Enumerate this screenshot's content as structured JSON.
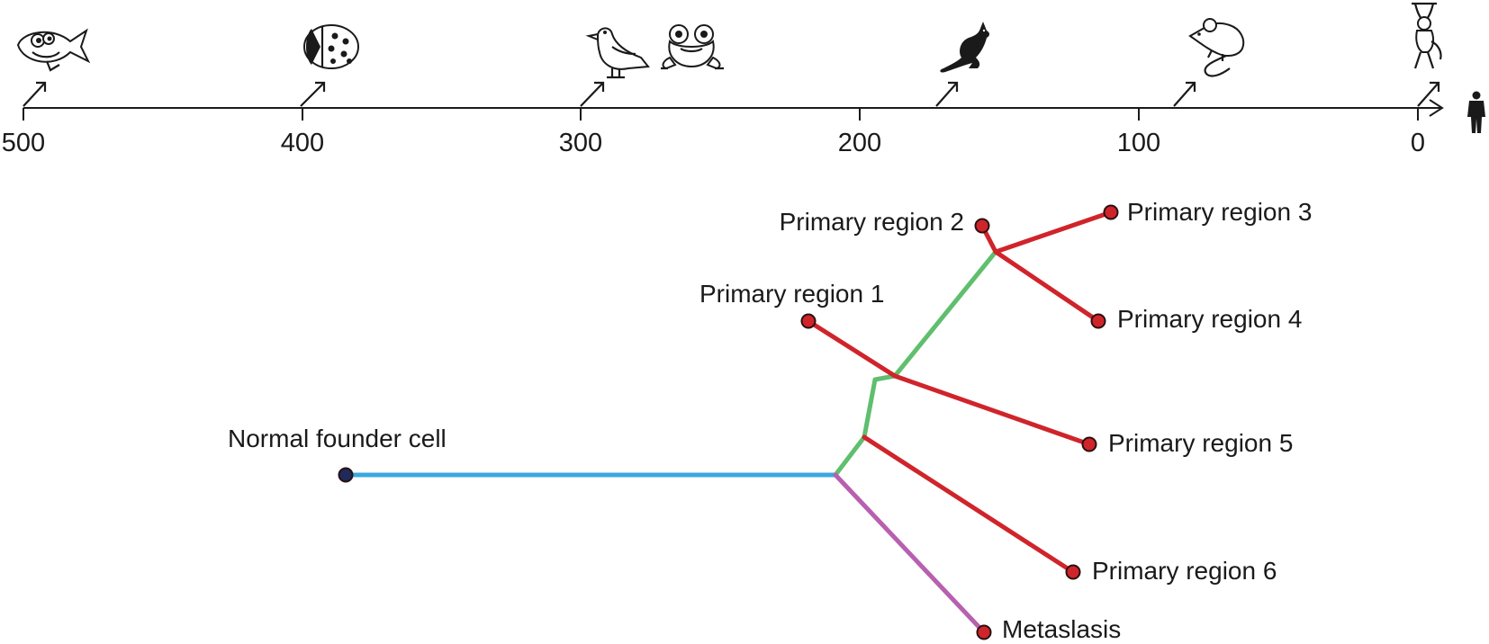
{
  "timeline": {
    "ticks": [
      "500",
      "400",
      "300",
      "200",
      "100",
      "0"
    ],
    "animals": [
      {
        "icon": "fish-icon"
      },
      {
        "icon": "ladybug-icon"
      },
      {
        "icon": "bird-icon"
      },
      {
        "icon": "frog-icon"
      },
      {
        "icon": "kangaroo-icon"
      },
      {
        "icon": "mouse-icon"
      },
      {
        "icon": "monkey-icon"
      },
      {
        "icon": "human-icon"
      }
    ]
  },
  "tree": {
    "root_label": "Normal founder cell",
    "leaves": [
      {
        "label": "Primary region 1"
      },
      {
        "label": "Primary region 2"
      },
      {
        "label": "Primary region 3"
      },
      {
        "label": "Primary region 4"
      },
      {
        "label": "Primary region 5"
      },
      {
        "label": "Primary region 6"
      },
      {
        "label": "Metaslasis"
      }
    ]
  },
  "colors": {
    "trunk": "#3aa8e0",
    "shared": "#5fbf6e",
    "primary": "#d0242b",
    "metastasis": "#b860b0",
    "leaf_node": "#d0242b",
    "root_node": "#1f2a5a"
  }
}
